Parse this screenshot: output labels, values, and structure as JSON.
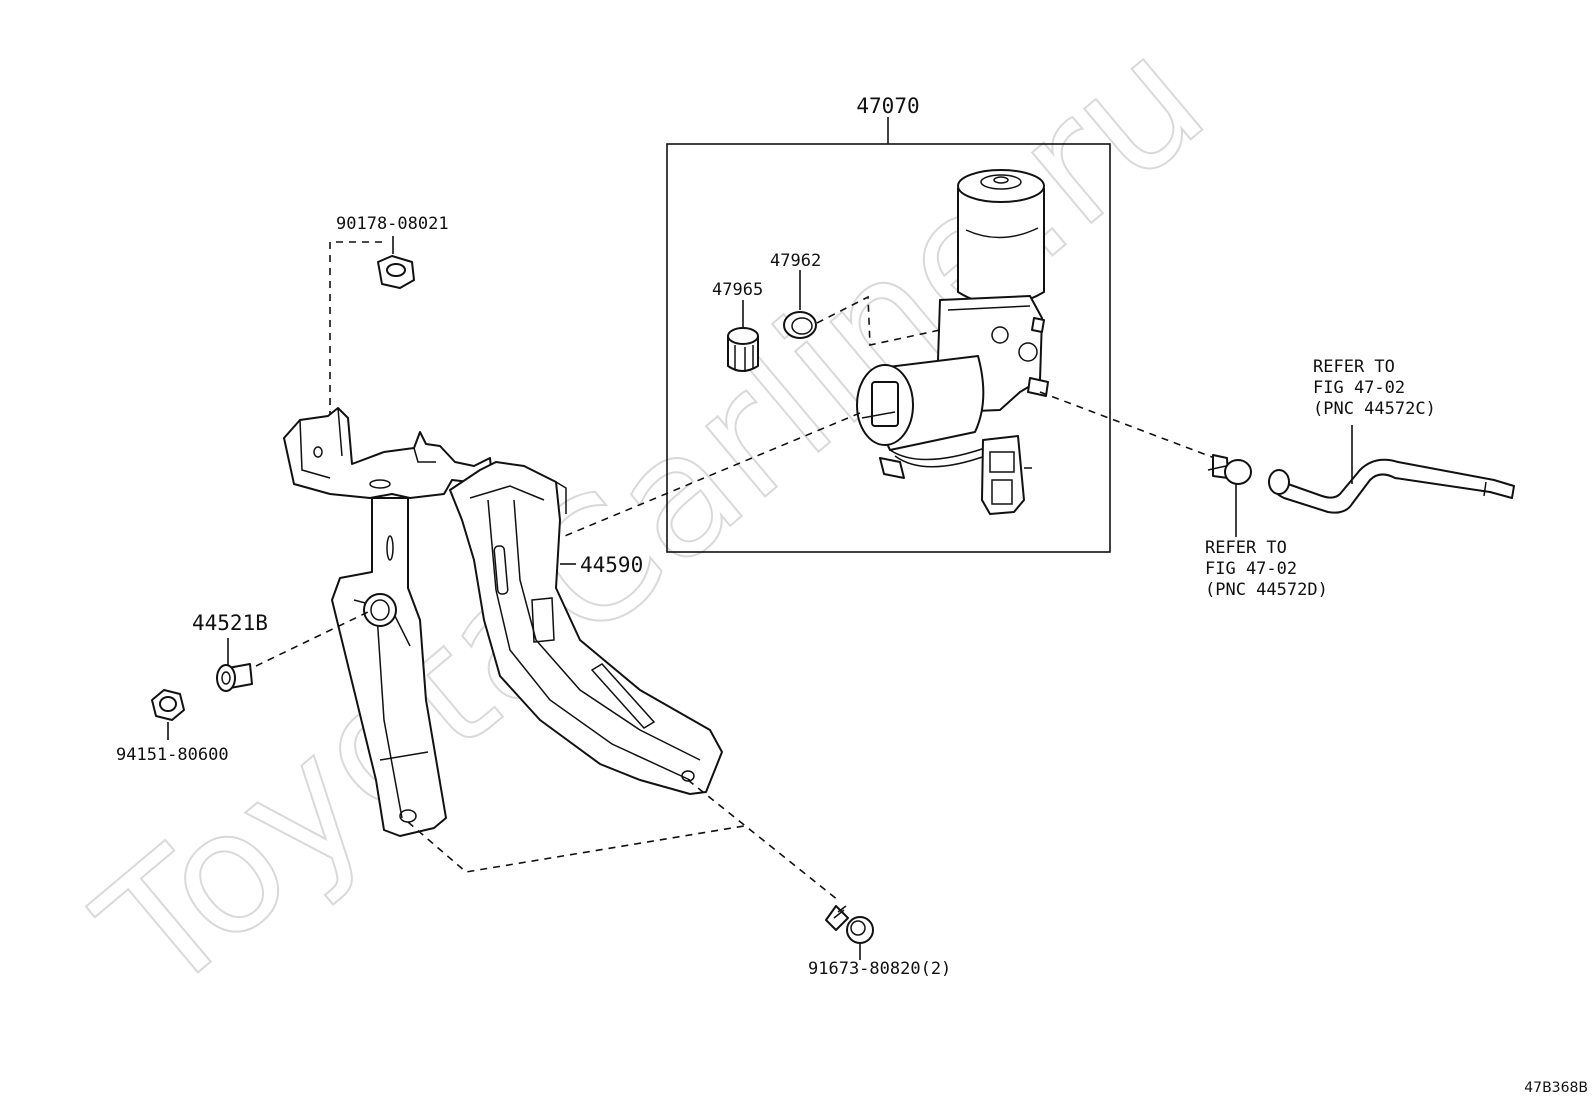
{
  "watermark": "ToyotaCarline.ru",
  "diagram_code": "47B368B",
  "labels": {
    "p47070": "47070",
    "p47962": "47962",
    "p47965": "47965",
    "p90178": "90178-08021",
    "p44590": "44590",
    "p44521B": "44521B",
    "p94151": "94151-80600",
    "p91673": "91673-80820(2)"
  },
  "refer_upper": {
    "line1": "REFER TO",
    "line2": "FIG 47-02",
    "line3": "(PNC 44572C)"
  },
  "refer_lower": {
    "line1": "REFER TO",
    "line2": "FIG 47-02",
    "line3": "(PNC 44572D)"
  }
}
